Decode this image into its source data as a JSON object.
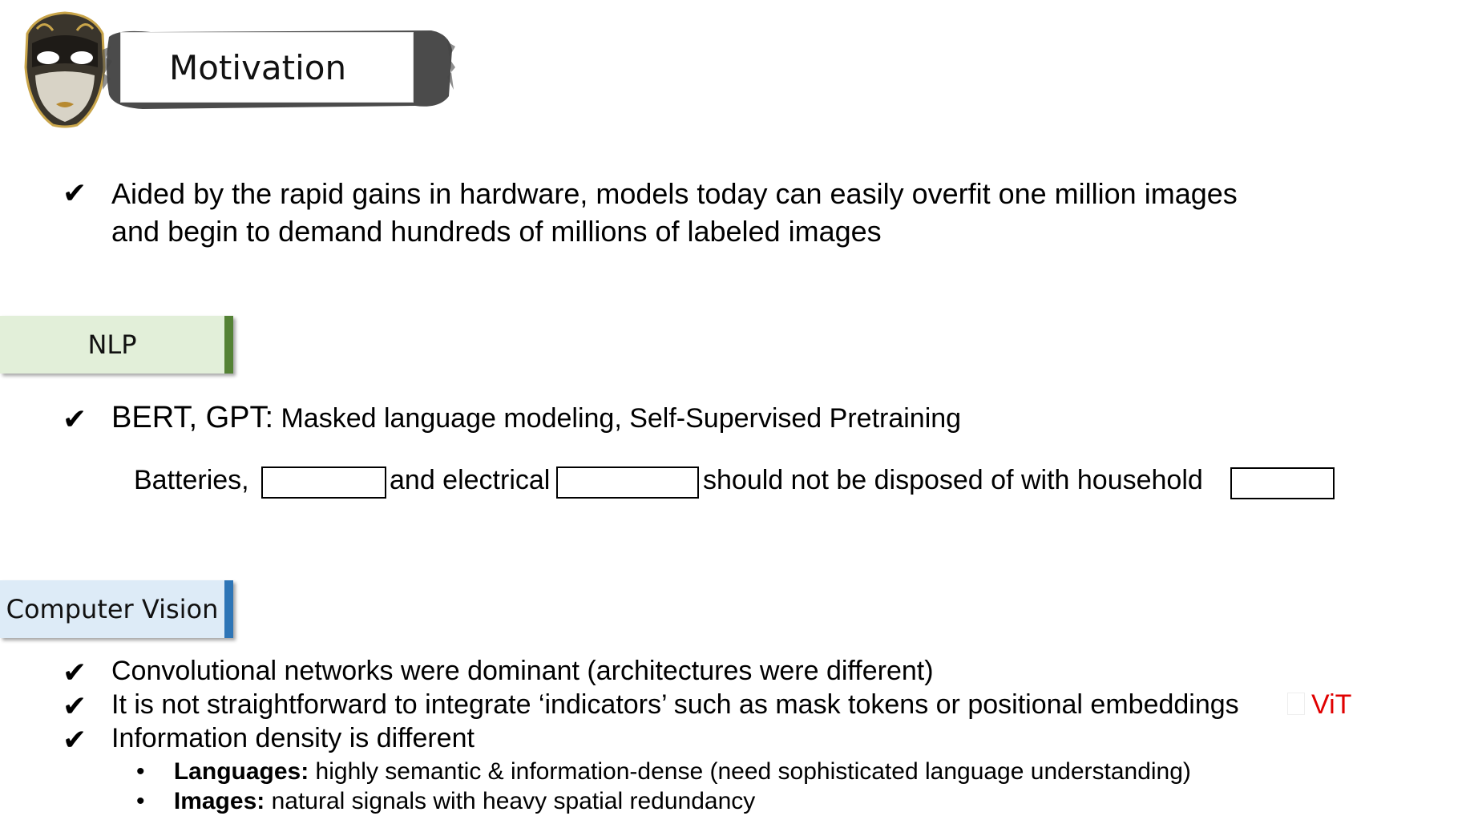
{
  "header": {
    "title": "Motivation",
    "logo_icon": "venetian-mask-icon"
  },
  "intro": {
    "bullet_icon": "check-icon",
    "text_line1": "Aided by the rapid gains in hardware, models today can easily overfit one million images",
    "text_line2": "and begin to demand hundreds of millions of labeled images"
  },
  "nlp": {
    "label": "NLP",
    "accent": "#548235",
    "bullet_lead": "BERT, GPT:",
    "bullet_rest": " Masked language modeling, Self-Supervised Pretraining",
    "example": {
      "part1": "Batteries,",
      "part2": "and electrical",
      "part3": "should not be disposed of with household"
    }
  },
  "cv": {
    "label": "Computer Vision",
    "accent": "#2e75b6",
    "bullets": [
      "Convolutional networks were dominant (architectures were different)",
      "It is not straightforward to integrate ‘indicators’ such as mask tokens or positional embeddings",
      "Information density is different"
    ],
    "vit_label": "ViT",
    "vit_color": "#e00000",
    "sub_bullets": [
      {
        "bold": "Languages:",
        "text": " highly semantic & information-dense (need sophisticated language understanding)"
      },
      {
        "bold": "Images:",
        "text": " natural signals with heavy spatial redundancy"
      }
    ]
  }
}
